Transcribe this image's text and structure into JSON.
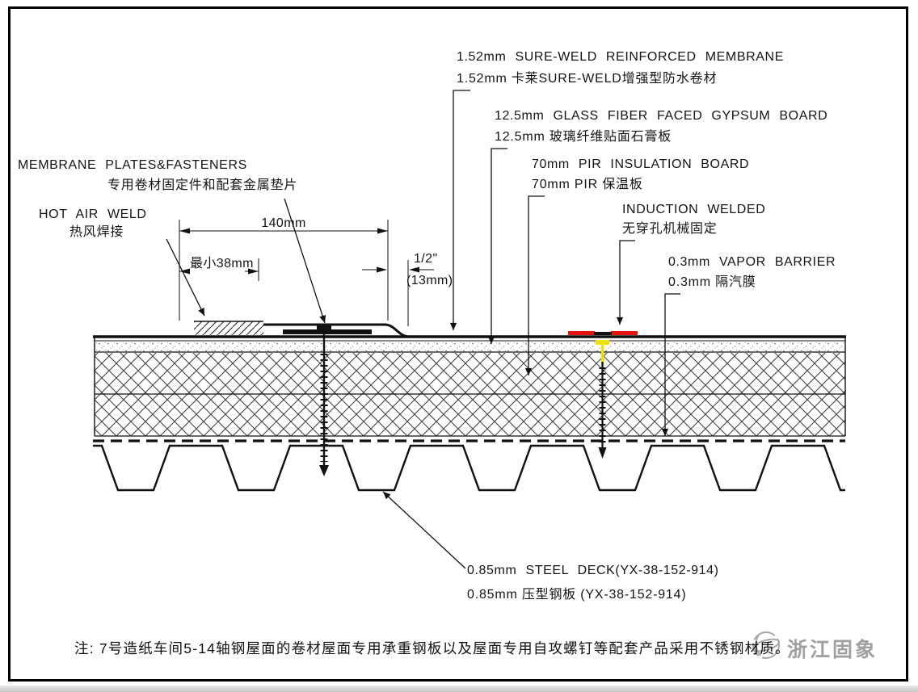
{
  "colors": {
    "line": "#111111",
    "weld_red": "#e8130c",
    "fastener_yellow": "#f0e10a",
    "logo_gray": "#a8a8a8"
  },
  "callouts": {
    "membrane": {
      "en": "1.52mm SURE-WELD REINFORCED MEMBRANE",
      "cn": "1.52mm 卡莱SURE-WELD增强型防水卷材"
    },
    "gypsum": {
      "en": "12.5mm GLASS FIBER FACED GYPSUM BOARD",
      "cn": "12.5mm 玻璃纤维贴面石膏板"
    },
    "pir": {
      "en": "70mm PIR INSULATION BOARD",
      "cn": "70mm PIR 保温板"
    },
    "induction": {
      "en": "INDUCTION WELDED",
      "cn": "无穿孔机械固定"
    },
    "vapor": {
      "en": "0.3mm VAPOR BARRIER",
      "cn": "0.3mm 隔汽膜"
    },
    "plates": {
      "en": "MEMBRANE PLATES&FASTENERS",
      "cn": "专用卷材固定件和配套金属垫片"
    },
    "hot_air": {
      "en": "HOT AIR WELD",
      "cn": "热风焊接"
    },
    "deck": {
      "en": "0.85mm STEEL DECK(YX-38-152-914)",
      "cn": "0.85mm 压型钢板 (YX-38-152-914)"
    }
  },
  "dimensions": {
    "lap_width": "140mm",
    "min_weld": "最小38mm",
    "step_inch": "1/2\"",
    "step_mm": "(13mm)"
  },
  "note": "注: 7号造纸车间5-14轴钢屋面的卷材屋面专用承重钢板以及屋面专用自攻螺钉等配套产品采用不锈钢材质。",
  "logo": {
    "name": "浙江固象"
  }
}
